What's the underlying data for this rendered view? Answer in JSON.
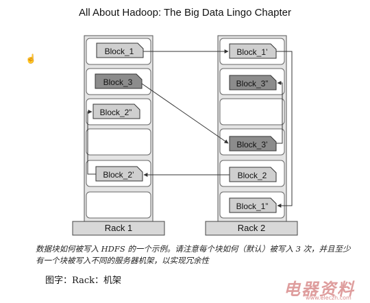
{
  "title": "All About Hadoop: The Big Data Lingo Chapter",
  "racks": [
    {
      "label": "Rack 1",
      "slots": [
        {
          "label": "Block_1",
          "shade": "light"
        },
        {
          "label": "Block_3",
          "shade": "dark"
        },
        {
          "label": "Block_2”",
          "shade": "light"
        },
        {
          "label": "",
          "shade": "empty"
        },
        {
          "label": "Block_2’",
          "shade": "light"
        },
        {
          "label": "",
          "shade": "empty"
        }
      ]
    },
    {
      "label": "Rack 2",
      "slots": [
        {
          "label": "Block_1’",
          "shade": "light"
        },
        {
          "label": "Block_3”",
          "shade": "dark"
        },
        {
          "label": "",
          "shade": "empty"
        },
        {
          "label": "Block_3’",
          "shade": "dark"
        },
        {
          "label": "Block_2",
          "shade": "light"
        },
        {
          "label": "Block_1”",
          "shade": "light"
        }
      ]
    }
  ],
  "caption": {
    "text": "数据块如何被写入 HDFS 的一个示例。请注意每个块如何（默认）被写入 3 次，并且至少有一个块被写入不同的服务器机架，以实现冗余性",
    "figure_label": "图字：Rack：机架"
  },
  "watermark": {
    "text": "电器资料",
    "sub": "www.eleczh.com"
  },
  "colors": {
    "light": "#cfcfcf",
    "dark": "#8c8c8c",
    "rack": "#e4e4e4",
    "slot": "#ffffff",
    "line": "#333333"
  },
  "icons": {
    "cursor": "hand-icon"
  }
}
